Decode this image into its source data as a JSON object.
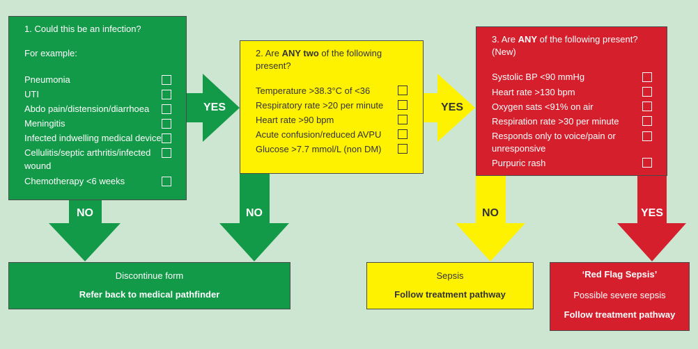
{
  "box1": {
    "title": "1. Could this be an infection?",
    "subtitle": "For example:",
    "items": [
      "Pneumonia",
      "UTI",
      "Abdo pain/distension/diarrhoea",
      "Meningitis",
      "Infected indwelling medical device",
      "Cellulitis/septic arthritis/infected",
      "wound",
      "Chemotherapy <6 weeks"
    ]
  },
  "box2": {
    "title_pre": "2. Are ",
    "title_bold": "ANY two",
    "title_post": " of the following",
    "title_line2": "present?",
    "items": [
      "Temperature >38.3°C of <36",
      "Respiratory rate >20 per minute",
      "Heart rate >90 bpm",
      "Acute confusion/reduced AVPU",
      "Glucose >7.7 mmol/L (non DM)"
    ]
  },
  "box3": {
    "title_pre": "3. Are ",
    "title_bold": "ANY",
    "title_post": " of the following present?",
    "title_line2": "(New)",
    "items": [
      "Systolic BP <90 mmHg",
      "Heart rate >130 bpm",
      "Oxygen sats <91% on air",
      "Respiration rate >30 per minute",
      "Responds only to voice/pain or",
      "unresponsive",
      "Purpuric rash"
    ]
  },
  "arrows": {
    "yes1": "YES",
    "yes2": "YES",
    "no1": "NO",
    "no2": "NO",
    "no3": "NO",
    "yes3": "YES"
  },
  "outcomes": {
    "discontinue": {
      "line1": "Discontinue form",
      "line2": "Refer back to medical pathfinder"
    },
    "sepsis": {
      "line1": "Sepsis",
      "line2": "Follow treatment pathway"
    },
    "redflag": {
      "line1": "‘Red Flag Sepsis’",
      "line2": "Possible severe sepsis",
      "line3": "Follow treatment pathway"
    }
  },
  "colors": {
    "background": "#cde6d2",
    "green": "#129a48",
    "yellow": "#fff200",
    "red": "#d51f2d"
  }
}
